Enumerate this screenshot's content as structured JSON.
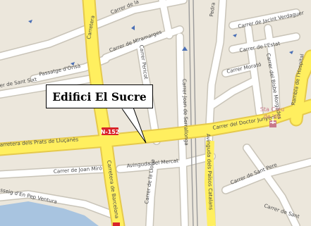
{
  "callout": {
    "label": "Edifici El Sucre"
  },
  "route_shield": {
    "label": "N-152",
    "color": "#d9232a"
  },
  "poi": {
    "name_line1": "Sta Creu",
    "name_line2": "de Vic",
    "color": "#c8798a"
  },
  "colors": {
    "background": "#ffffff",
    "block": "#ece7dc",
    "main_road": "#ffef5f",
    "main_road_casing": "#e5c94c",
    "street": "#ffffff",
    "street_casing": "#c9c4b8",
    "water": "#a8c4e0",
    "railway": "#9a9a9a"
  },
  "streets": [
    {
      "id": "carretera-top-left",
      "name": "Carretera"
    },
    {
      "id": "carrer-de-la-rambla",
      "name": "Carrer de la"
    },
    {
      "id": "carrer-de-miramarges",
      "name": "Carrer de Miramarges"
    },
    {
      "id": "passatge-dorisa",
      "name": "Passatge d'Orisà"
    },
    {
      "id": "carrer-sant-sixt",
      "name": "er de Sant Sixt"
    },
    {
      "id": "carrer-pericot",
      "name": "Carrer Pericot"
    },
    {
      "id": "carrer-joan-serrallonga",
      "name": "Carrer Joan de Serrallonga"
    },
    {
      "id": "carrer-del-doctor-junyent",
      "name": "Carrer del Doctor Junyent"
    },
    {
      "id": "carretera-prats-llucanes",
      "name": "arretera dels Prats de Lluçanès"
    },
    {
      "id": "avinguda-del-mercat",
      "name": "Avinguda del Mercat"
    },
    {
      "id": "carrer-de-joan-miro",
      "name": "Carrer de Joan Miró"
    },
    {
      "id": "carrer-de-la-llotja",
      "name": "Carrer de la Llotja"
    },
    {
      "id": "carretera-de-barcelona",
      "name": "Carretera de Barcelona"
    },
    {
      "id": "passeig-pep-ventura",
      "name": "sseig d'En Pep Ventura"
    },
    {
      "id": "avinguda-paisos-catalans",
      "name": "Avinguda dels Països Catalans"
    },
    {
      "id": "carrer-de-jacint-verdaguer",
      "name": "Carrer de Jacint Verdaguer"
    },
    {
      "id": "carrer-de-lestat",
      "name": "Carrer de l'Estat"
    },
    {
      "id": "carrer-morato",
      "name": "Carrer Morató"
    },
    {
      "id": "carrer-bisbe-morgades",
      "name": "Carrer del Bisbe Morgades"
    },
    {
      "id": "rambla-hospital",
      "name": "Rambla de l'Hospital"
    },
    {
      "id": "carrer-de-sant-pere",
      "name": "Carrer de Sant Pere"
    },
    {
      "id": "carrer-de-sant-ferran",
      "name": "Carrer de Sant"
    },
    {
      "id": "pedra-top",
      "name": "Pedra"
    }
  ]
}
